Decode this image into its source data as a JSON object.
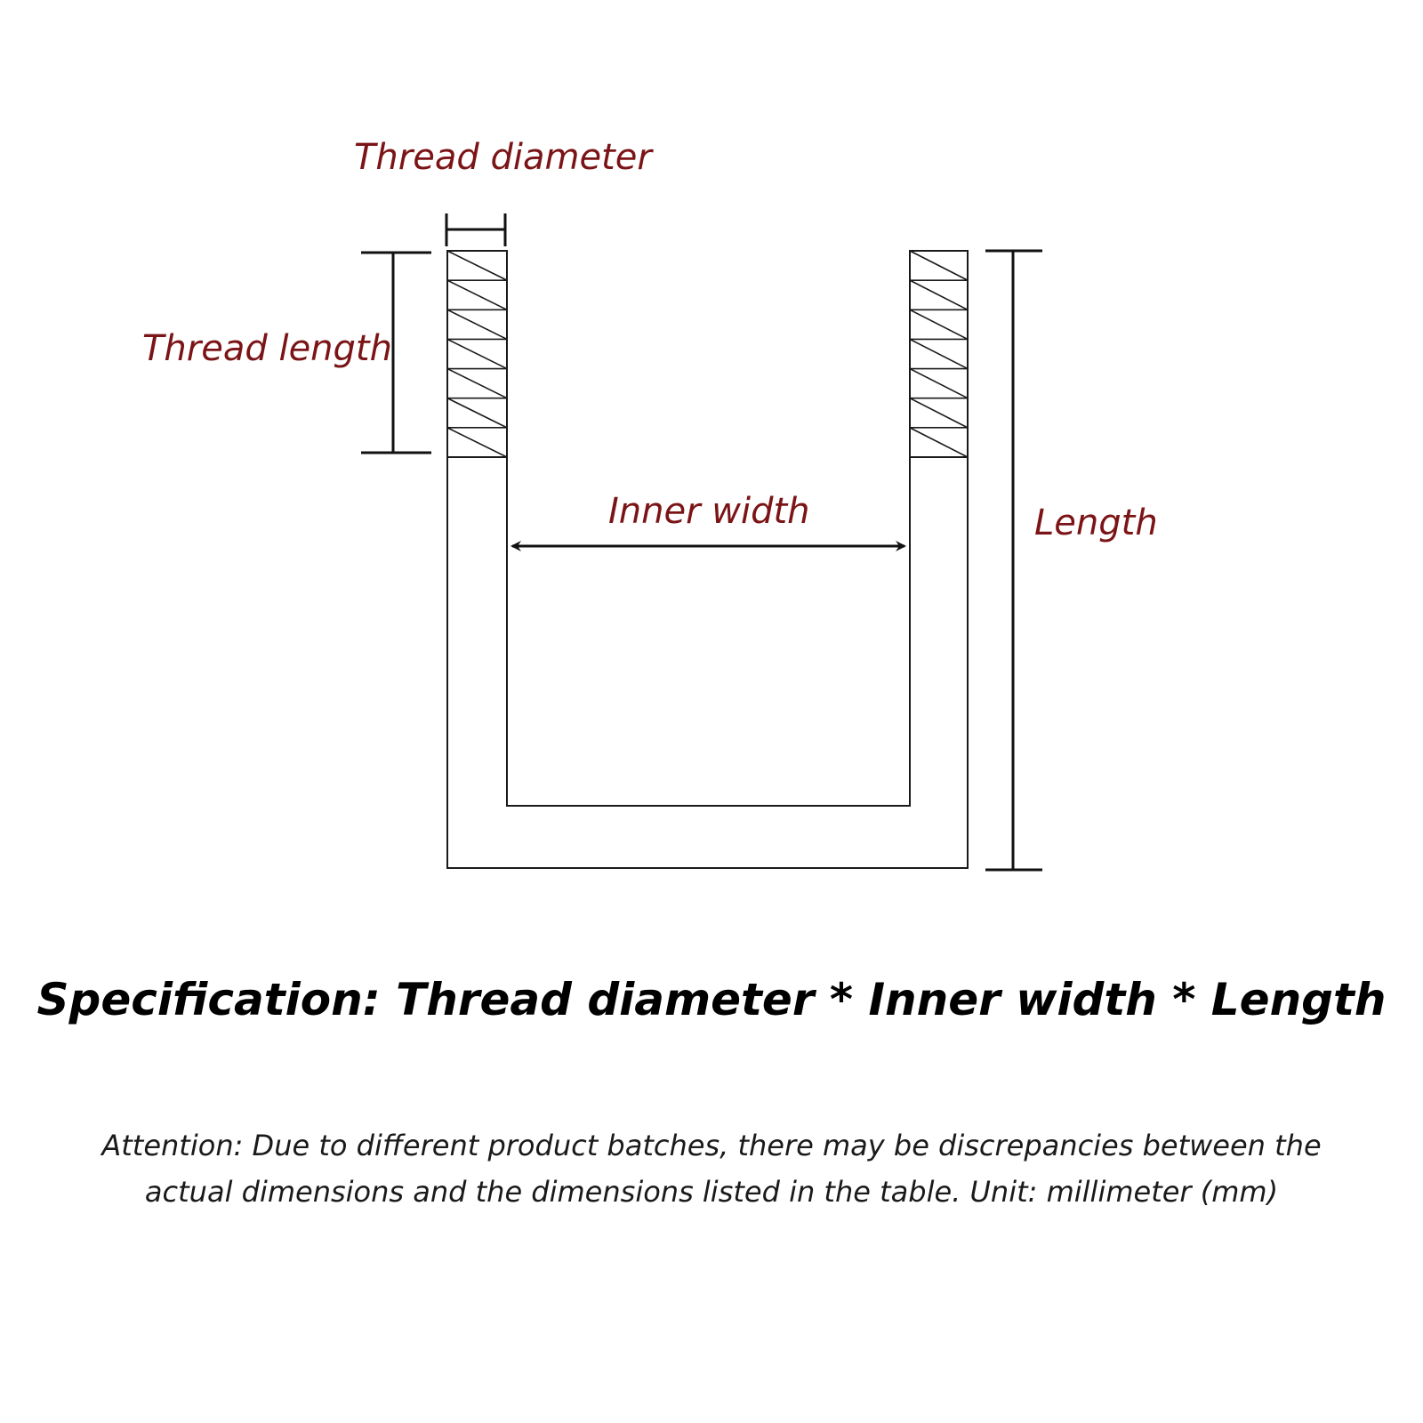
{
  "labels": {
    "thread_diameter": "Thread diameter",
    "thread_length": "Thread length",
    "inner_width": "Inner width",
    "length": "Length"
  },
  "specification": "Specification: Thread diameter * Inner width * Length",
  "attention": "Attention: Due to different product batches, there may be discrepancies between the actual dimensions and the dimensions listed in the table. Unit: millimeter (mm)",
  "colors": {
    "label": "#7b1416",
    "line": "#1a1a1a"
  }
}
